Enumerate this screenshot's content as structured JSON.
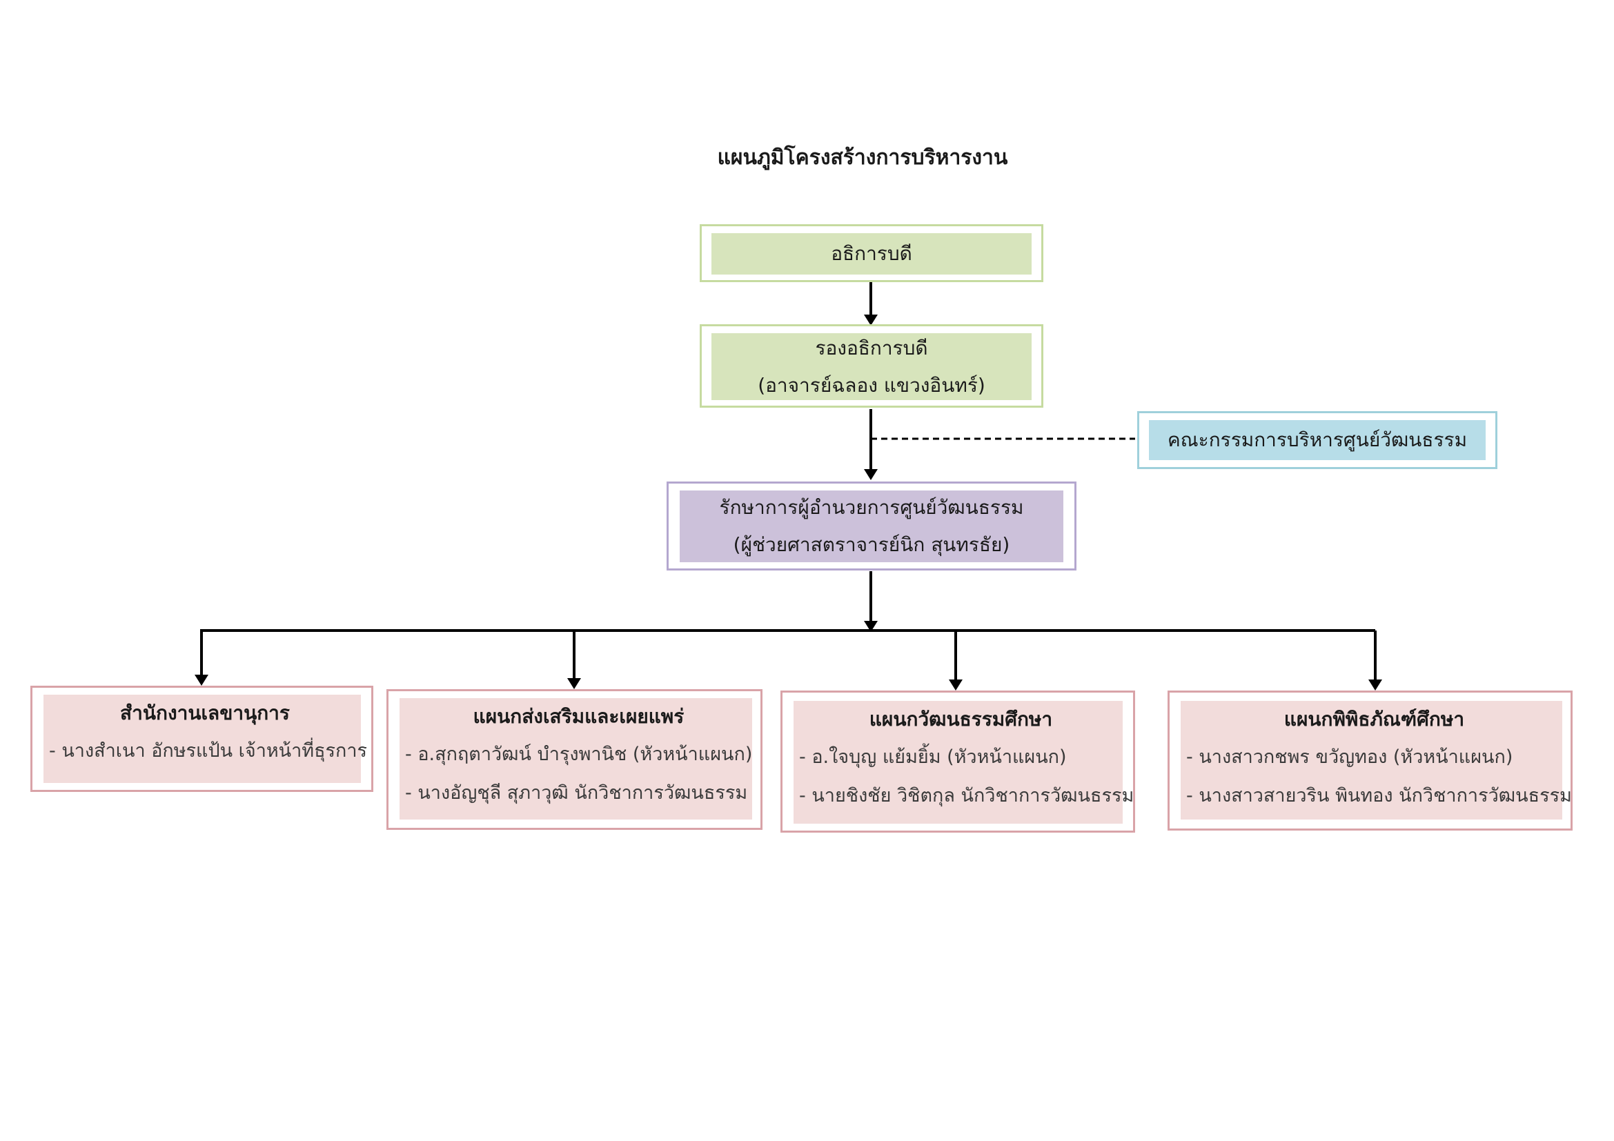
{
  "title": "แผนภูมิโครงสร้างการบริหารงาน",
  "president": {
    "label": "อธิการบดี"
  },
  "vice_president": {
    "position": "รองอธิการบดี",
    "name": "(อาจารย์ฉลอง  แขวงอินทร์)"
  },
  "committee": {
    "label": "คณะกรรมการบริหารศูนย์วัฒนธรรม"
  },
  "director": {
    "position": "รักษาการผู้อำนวยการศูนย์วัฒนธรรม",
    "name": "(ผู้ช่วยศาสตราจารย์นิก  สุนทรธัย)"
  },
  "departments": [
    {
      "title": "สำนักงานเลขานุการ",
      "members": [
        "- นางสำเนา  อักษรแป้น เจ้าหน้าที่ธุรการ"
      ]
    },
    {
      "title": "แผนกส่งเสริมและเผยแพร่",
      "members": [
        "- อ.สุกฤตาวัฒน์  บำรุงพานิช  (หัวหน้าแผนก)",
        "- นางอัญชุลี  สุภาวุฒิ นักวิชาการวัฒนธรรม"
      ]
    },
    {
      "title": "แผนกวัฒนธรรมศึกษา",
      "members": [
        "- อ.ใจบุญ  แย้มยิ้ม  (หัวหน้าแผนก)",
        "- นายชิงชัย  วิชิตกุล นักวิชาการวัฒนธรรม"
      ]
    },
    {
      "title": "แผนกพิพิธภัณฑ์ศึกษา",
      "members": [
        "- นางสาวกชพร  ขวัญทอง (หัวหน้าแผนก)",
        "- นางสาวสายวริน  พินทอง นักวิชาการวัฒนธรรม"
      ]
    }
  ],
  "colors": {
    "executive": "#d7e4bc",
    "committee": "#b7dde8",
    "director": "#ccc1da",
    "department": "#f2dcdb"
  }
}
